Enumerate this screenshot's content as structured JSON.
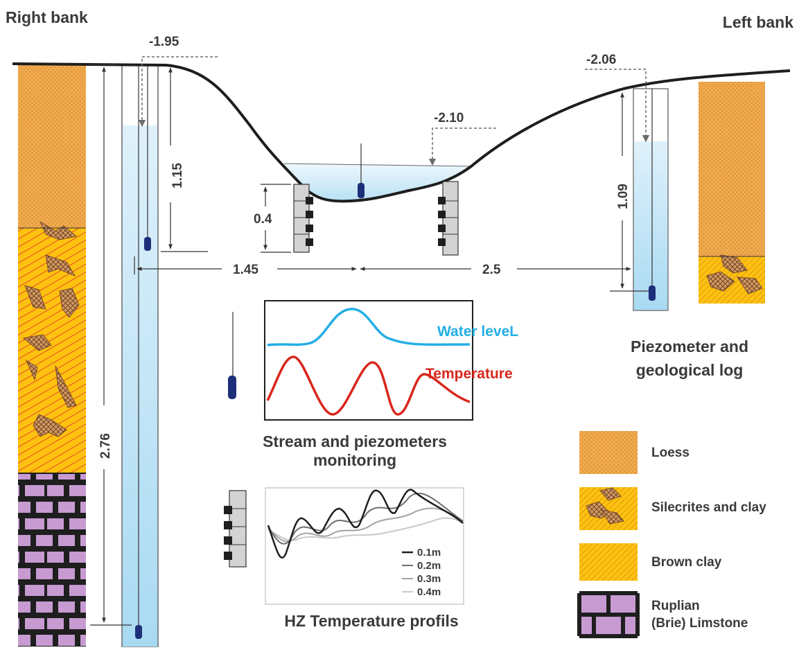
{
  "banks": {
    "right": "Right bank",
    "left": "Left bank"
  },
  "water_levels": {
    "right_piezometer": "-1.95",
    "stream": "-2.10",
    "left_piezometer": "-2.06"
  },
  "dimensions": {
    "right_sensor_depth": "1.15",
    "right_piezometer_depth": "2.76",
    "hz_probe_depth": "0.4",
    "distance_right_to_stream": "1.45",
    "distance_stream_to_left": "2.5",
    "left_sensor_depth": "1.09"
  },
  "monitoring": {
    "water_level_label": "Water leveL",
    "temperature_label": "Temperature",
    "caption_line1": "Stream and piezometers",
    "caption_line2": "monitoring"
  },
  "hz_profiles": {
    "caption": "HZ Temperature profils",
    "series": [
      "0.1m",
      "0.2m",
      "0.3m",
      "0.4m"
    ]
  },
  "piezometer_caption": {
    "line1": "Piezometer and",
    "line2": "geological log"
  },
  "legend": {
    "loess": "Loess",
    "silecrites": "Silecrites and clay",
    "brown_clay": "Brown clay",
    "ruplian_line1": "Ruplian",
    "ruplian_line2": "(Brie) Limstone"
  },
  "colors": {
    "loess": "#f1a94c",
    "brown_clay": "#fdc20f",
    "limestone": "#c79bd1",
    "water": "#a9daf2",
    "water_level_curve": "#23aee6",
    "temperature_curve": "#d9261c",
    "ground_line": "#1e1e1e"
  }
}
